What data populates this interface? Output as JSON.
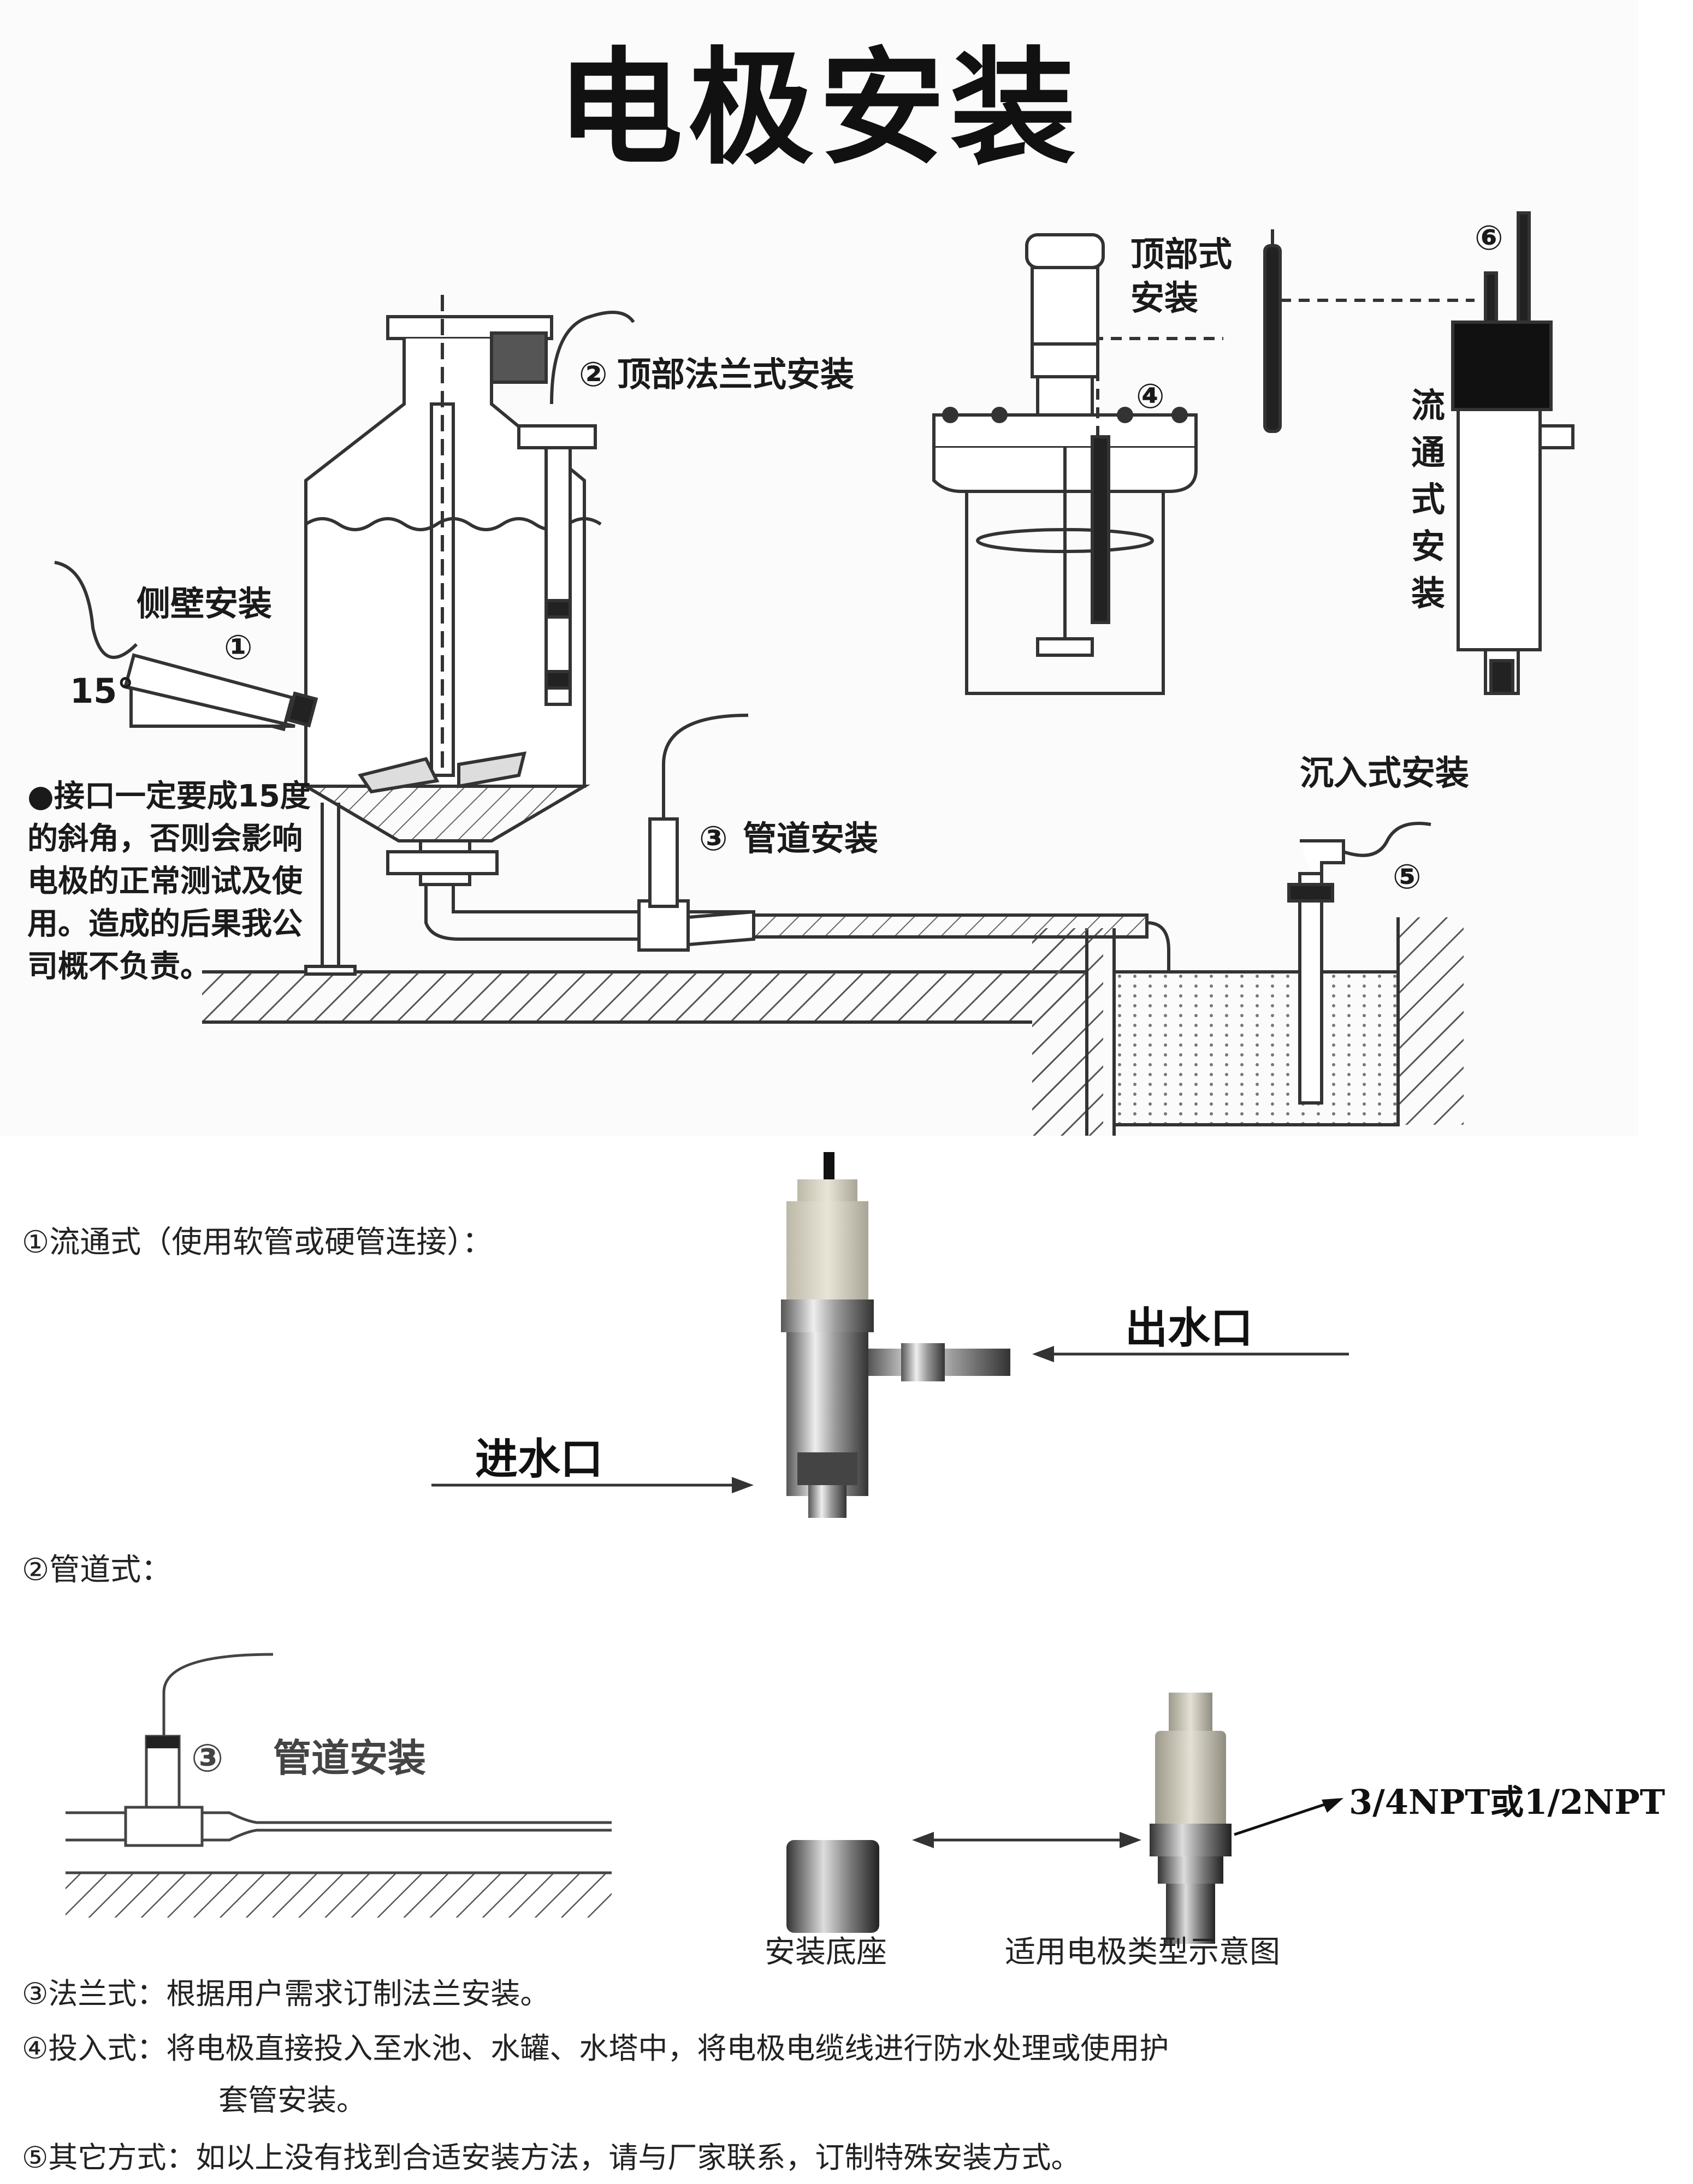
{
  "title": "电极安装",
  "diagram": {
    "angle": "15°",
    "side_wall": {
      "num": "①",
      "label": "侧壁安装"
    },
    "top_flange": {
      "num": "②",
      "label": "顶部法兰式安装"
    },
    "pipeline": {
      "num": "③",
      "label": "管道安装"
    },
    "top": {
      "num": "④",
      "label_line1": "顶部式",
      "label_line2": "安装"
    },
    "immersion": {
      "num": "⑤",
      "label": "沉入式安装"
    },
    "flow": {
      "num": "⑥",
      "label": "流通式安装"
    },
    "warning": "●接口一定要成15度的斜角，否则会影响电极的正常测试及使用。造成的后果我公司概不负责。"
  },
  "flow_section": {
    "heading": "①流通式（使用软管或硬管连接）：",
    "outlet": "出水口",
    "inlet": "进水口"
  },
  "pipe_section": {
    "heading": "②管道式：",
    "inset": {
      "num": "③",
      "label": "管道安装"
    },
    "base_caption": "安装底座",
    "electrode_caption": "适用电极类型示意图",
    "thread": "3/4NPT或1/2NPT"
  },
  "notes": {
    "flange": "③法兰式：根据用户需求订制法兰安装。",
    "insert_line1": "④投入式：将电极直接投入至水池、水罐、水塔中，将电极电缆线进行防水处理或使用护",
    "insert_line2": "套管安装。",
    "other": "⑤其它方式：如以上没有找到合适安装方法，请与厂家联系，订制特殊安装方式。"
  }
}
